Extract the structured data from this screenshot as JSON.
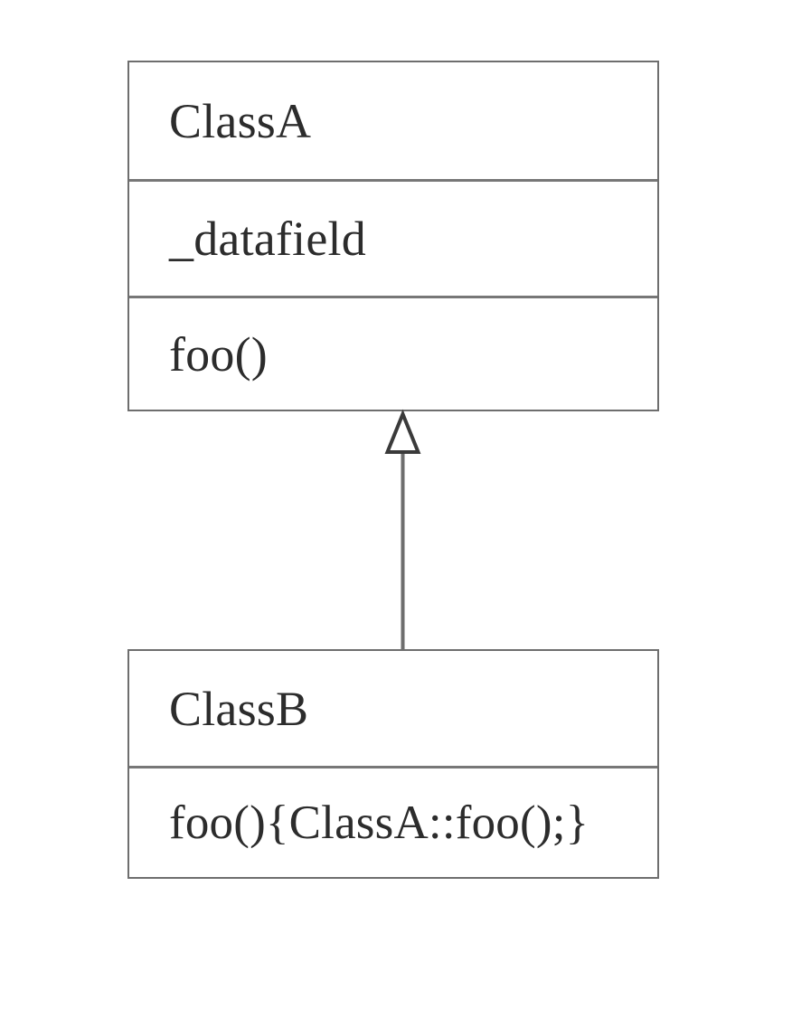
{
  "diagram": {
    "type": "uml-class-diagram",
    "background_color": "#ffffff",
    "border_color": "#6e6e6e",
    "divider_color": "#777777",
    "text_color": "#2c2c2c",
    "classes": [
      {
        "id": "class-a",
        "name": "ClassA",
        "attributes": [
          "_datafield"
        ],
        "operations": [
          "foo()"
        ]
      },
      {
        "id": "class-b",
        "name": "ClassB",
        "attributes": [],
        "operations": [
          "foo(){ClassA::foo();}"
        ]
      }
    ],
    "relationships": [
      {
        "id": "generalization-b-to-a",
        "kind": "generalization",
        "from": "ClassB",
        "to": "ClassA",
        "arrowhead": "hollow-triangle",
        "line_style": "solid"
      }
    ]
  }
}
